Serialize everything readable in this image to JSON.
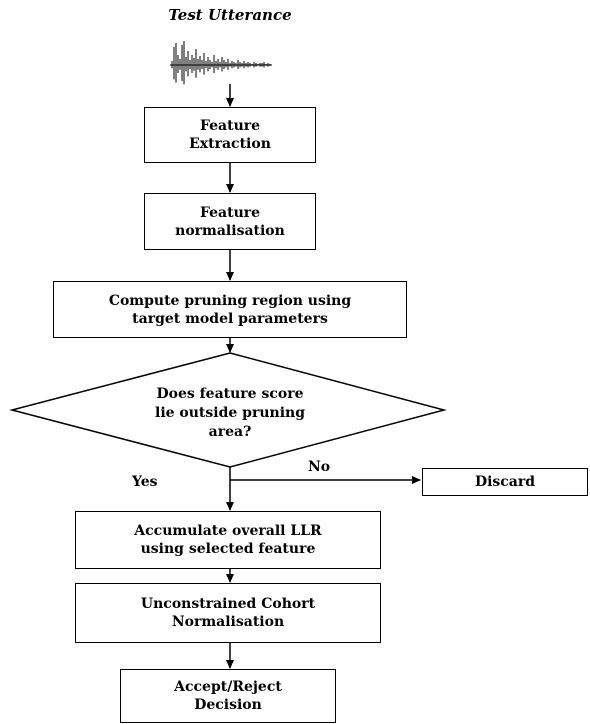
{
  "input": {
    "title": "Test Utterance"
  },
  "steps": {
    "feature_extraction": [
      "Feature",
      "Extraction"
    ],
    "feature_normalisation": [
      "Feature",
      "normalisation"
    ],
    "compute_pruning": [
      "Compute pruning region using",
      "target model parameters"
    ],
    "decision": [
      "Does feature score",
      "lie outside pruning",
      "area?"
    ],
    "accumulate_llr": [
      "Accumulate overall LLR",
      "using selected feature"
    ],
    "cohort_normalisation": [
      "Unconstrained Cohort",
      "Normalisation"
    ],
    "accept_reject": [
      "Accept/Reject",
      "Decision"
    ],
    "discard": "Discard"
  },
  "labels": {
    "yes": "Yes",
    "no": "No"
  }
}
